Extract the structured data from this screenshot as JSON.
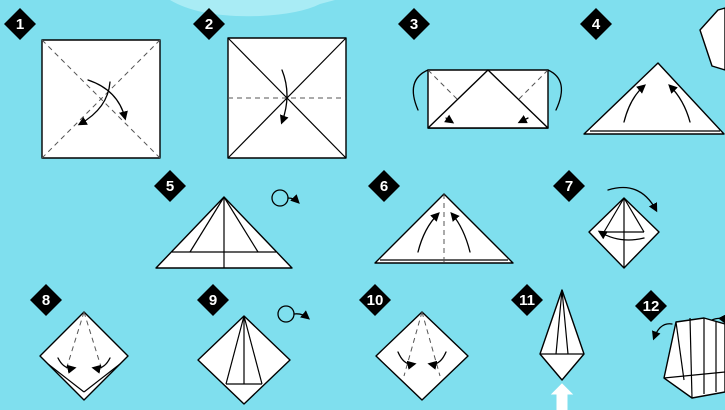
{
  "steps": [
    {
      "number": "1",
      "icon": "square-paper-icon"
    },
    {
      "number": "2",
      "icon": "square-paper-icon"
    },
    {
      "number": "3",
      "icon": "rectangle-fold-icon"
    },
    {
      "number": "4",
      "icon": "triangle-fold-icon"
    },
    {
      "number": "5",
      "icon": "triangle-fold-icon"
    },
    {
      "number": "6",
      "icon": "triangle-fold-icon"
    },
    {
      "number": "7",
      "icon": "diamond-fold-icon"
    },
    {
      "number": "8",
      "icon": "diamond-fold-icon"
    },
    {
      "number": "9",
      "icon": "kite-fold-icon"
    },
    {
      "number": "10",
      "icon": "diamond-fold-icon"
    },
    {
      "number": "11",
      "icon": "narrow-kite-icon"
    },
    {
      "number": "12",
      "icon": "flower-shape-icon"
    }
  ],
  "colors": {
    "background": "#7fdfee",
    "cloud": "#a9ecf5",
    "badge": "#000000",
    "paper": "#ffffff",
    "line": "#000000"
  }
}
